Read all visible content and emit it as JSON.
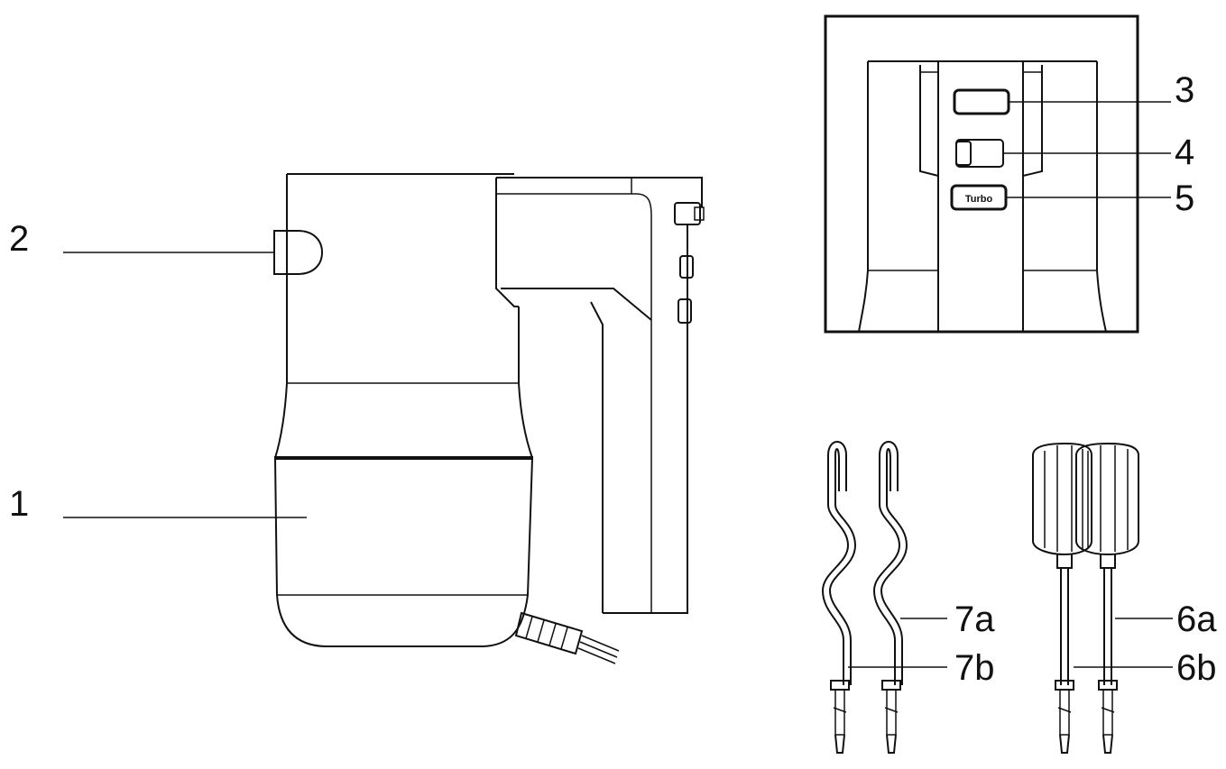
{
  "diagram": {
    "labels": {
      "body": "1",
      "eject_button": "2",
      "speed_control": "3",
      "switch": "4",
      "turbo_button": "5",
      "beater_a": "6a",
      "beater_b": "6b",
      "dough_hook_a": "7a",
      "dough_hook_b": "7b"
    },
    "turbo_text": "Turbo"
  }
}
